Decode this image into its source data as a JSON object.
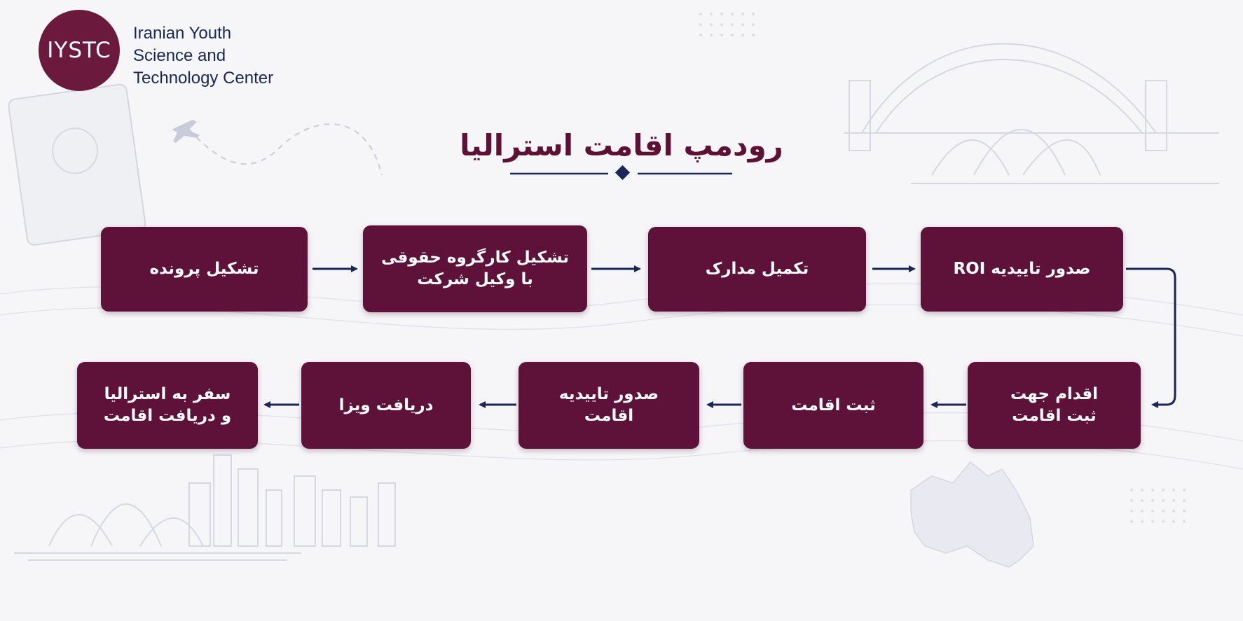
{
  "org": {
    "logo_text": "IYSTC",
    "name_lines": [
      "Iranian Youth",
      "Science and",
      "Technology Center"
    ]
  },
  "title": "رودمپ اقامت استرالیا",
  "colors": {
    "box": "#5f1239",
    "title": "#5f1035",
    "navy": "#18265a",
    "logo": "#6b1a3d"
  },
  "steps": [
    {
      "label": "صدور تاییدیه ROI"
    },
    {
      "label": "تکمیل مدارک"
    },
    {
      "label": "تشکیل کارگروه حقوقی\nبا وکیل شرکت"
    },
    {
      "label": "تشکیل پرونده"
    },
    {
      "label": "اقدام جهت\nثبت اقامت"
    },
    {
      "label": "ثبت اقامت"
    },
    {
      "label": "صدور تاییدیه\nاقامت"
    },
    {
      "label": "دریافت ویزا"
    },
    {
      "label": "سفر به استرالیا\nو دریافت اقامت"
    }
  ]
}
